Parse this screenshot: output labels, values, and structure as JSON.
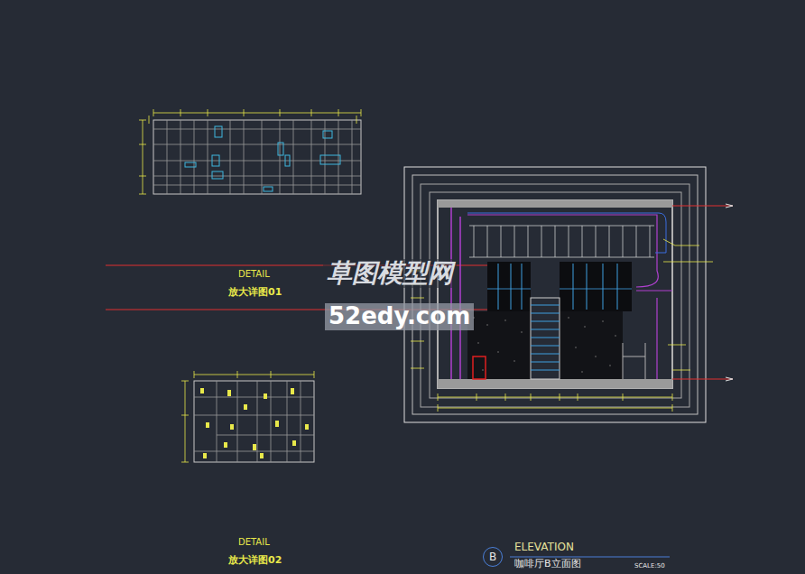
{
  "diagram": {
    "nodes": [
      {
        "text": [
          "B"
        ]
      }
    ],
    "labels": [
      "DETAIL",
      "放大详图01",
      "DETAIL",
      "放大详图02",
      "ELEVATION",
      "咖啡厅B立面图",
      "SCALE:50",
      "草图模型网",
      "52edy.com"
    ]
  }
}
